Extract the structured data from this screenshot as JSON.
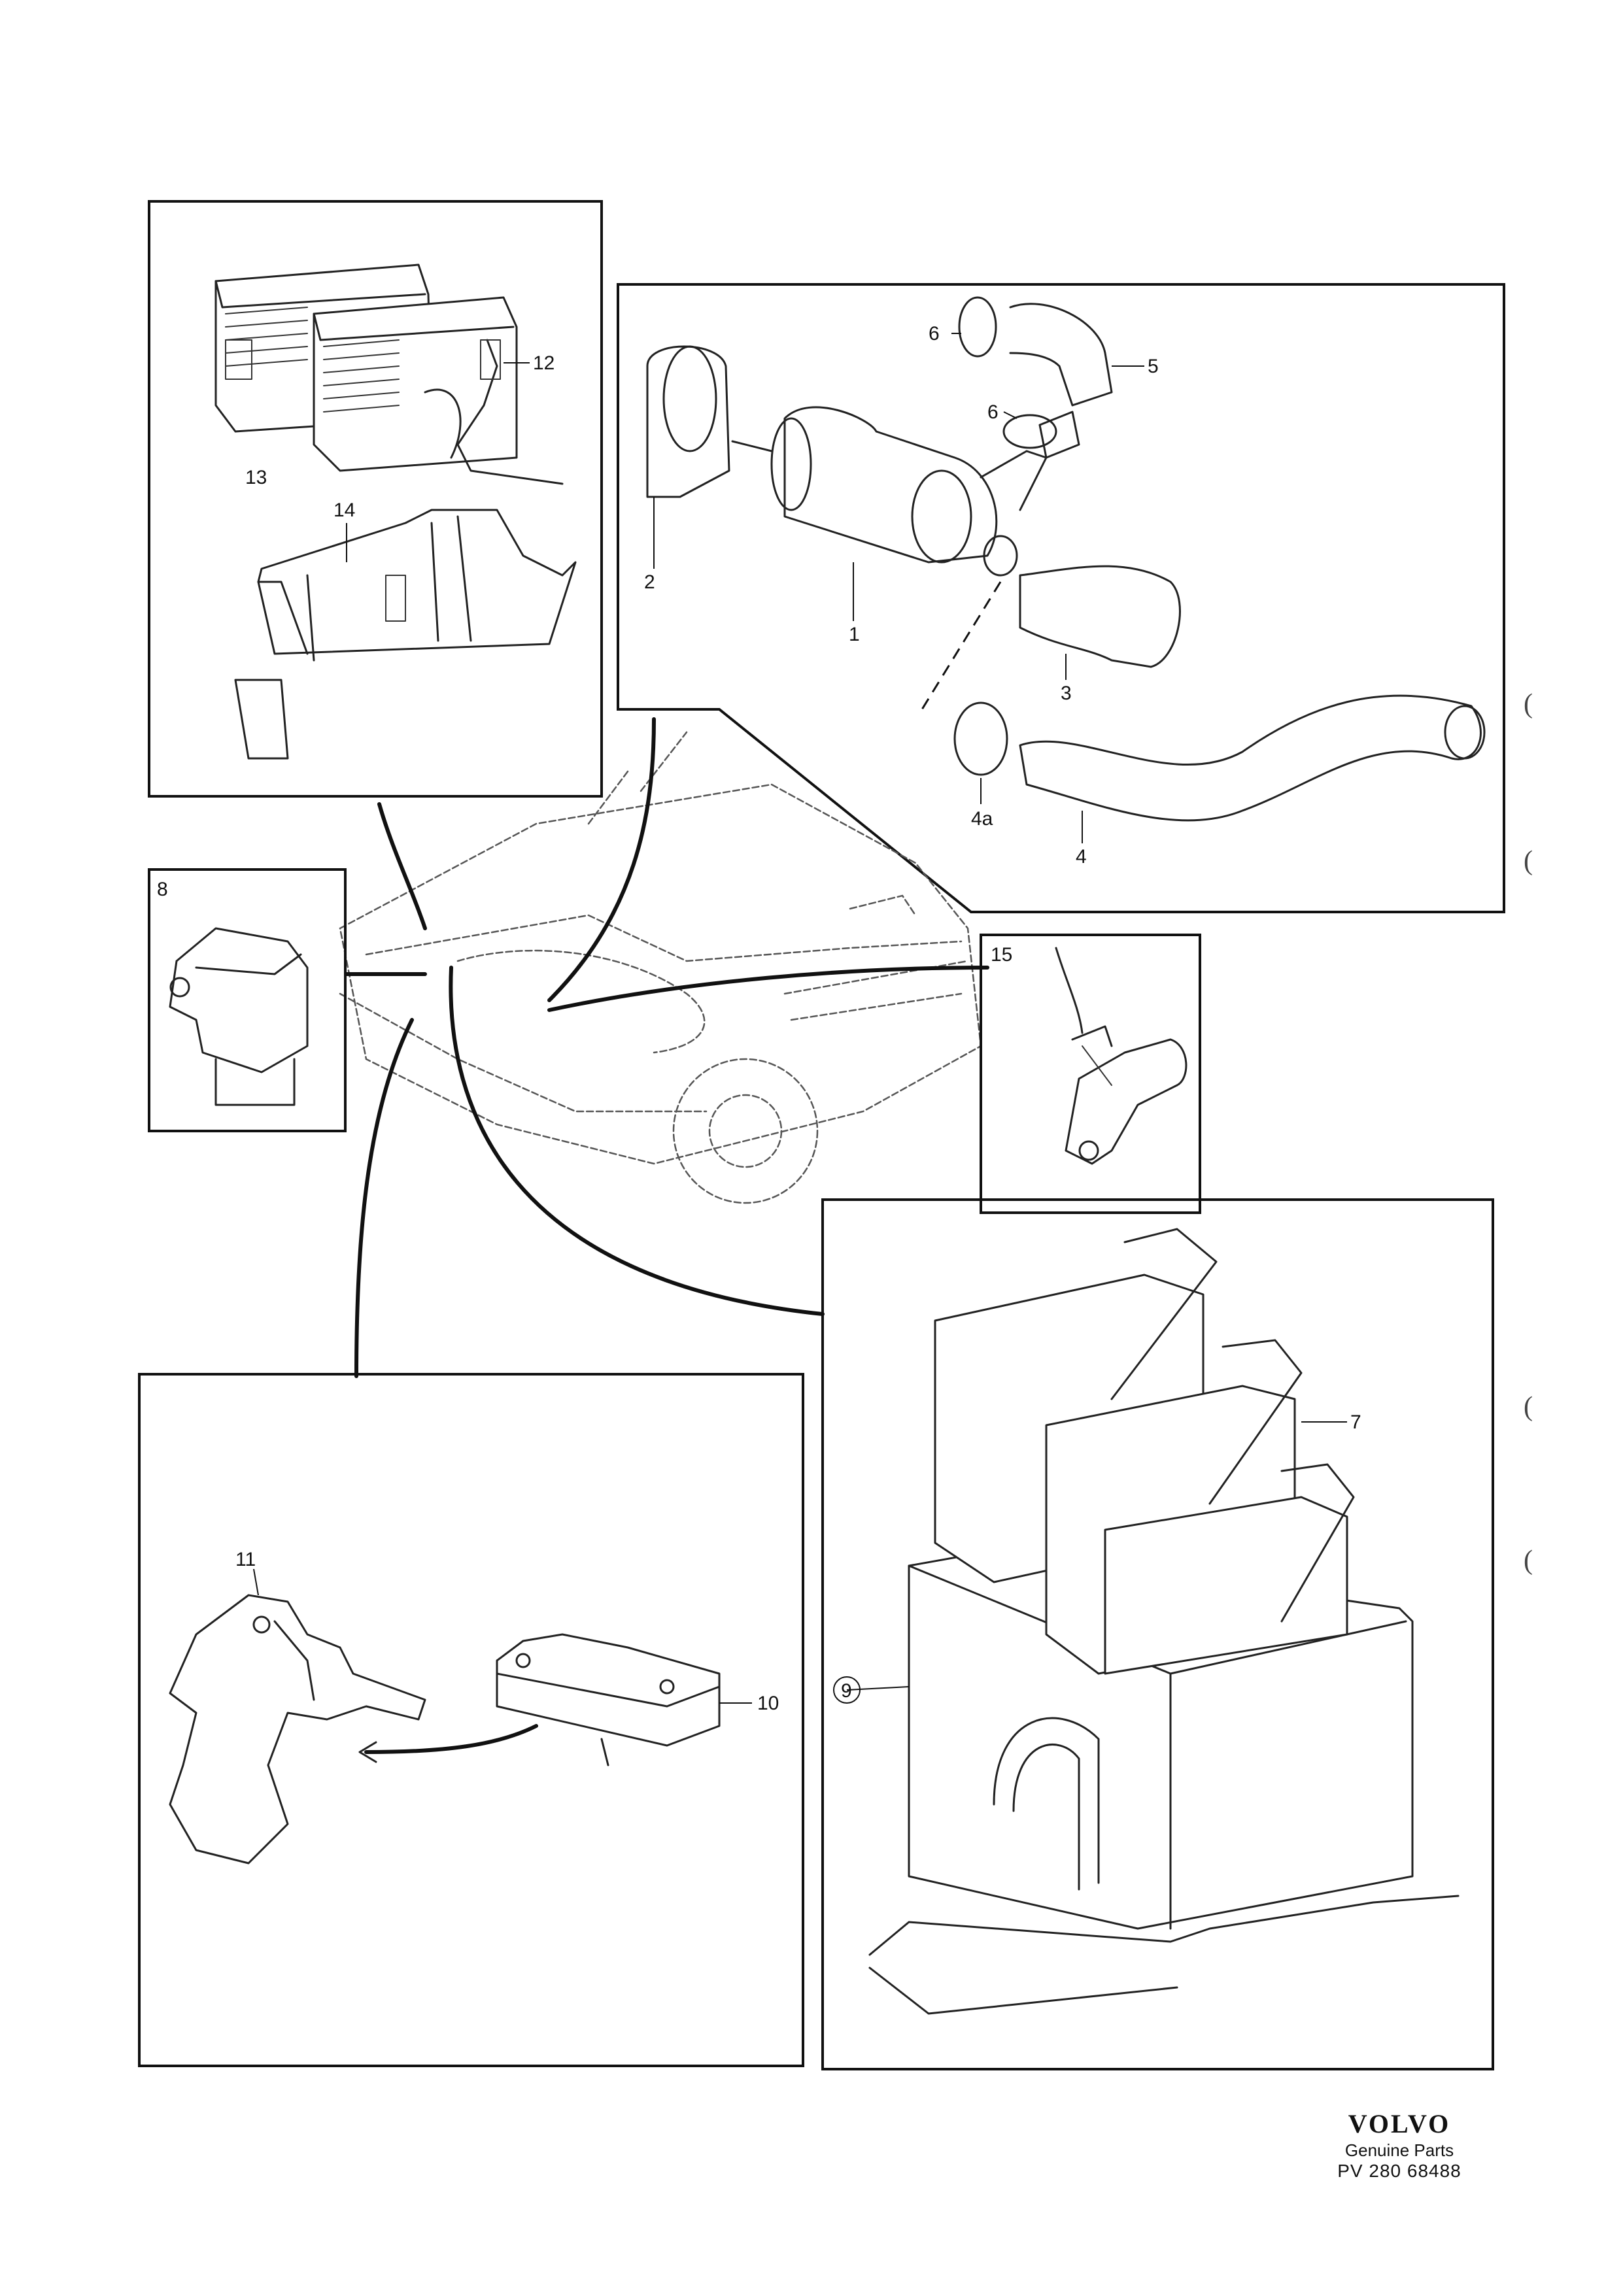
{
  "labels": {
    "l1": "1",
    "l2": "2",
    "l3": "3",
    "l4": "4",
    "l4a": "4a",
    "l5": "5",
    "l6a": "6",
    "l6b": "6",
    "l7": "7",
    "l8": "8",
    "l9": "9",
    "l10": "10",
    "l11": "11",
    "l12": "12",
    "l13": "13",
    "l14": "14",
    "l15": "15"
  },
  "brand": {
    "logo": "VOLVO",
    "subtitle": "Genuine Parts",
    "code": "PV 280  68488"
  },
  "margin_marks": [
    "(",
    "(",
    "(",
    "("
  ]
}
